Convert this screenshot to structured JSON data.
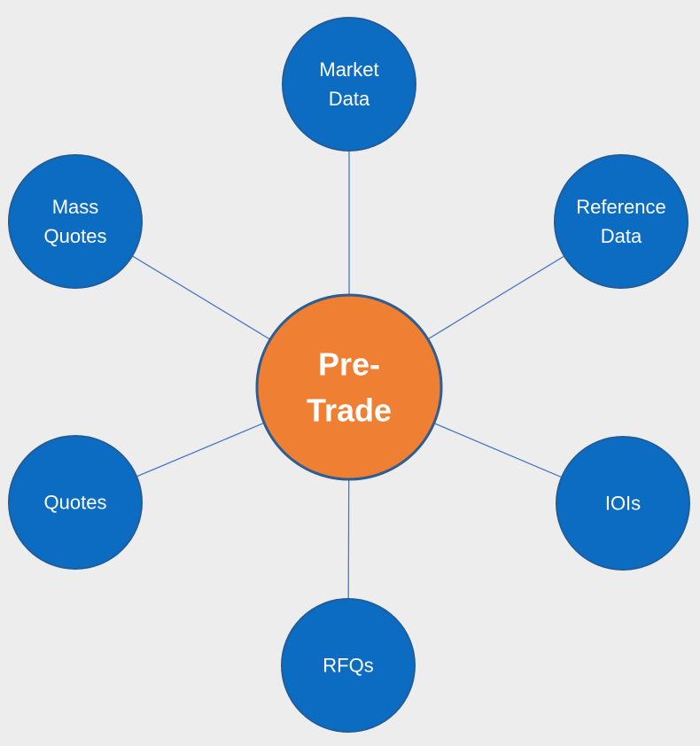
{
  "diagram": {
    "center": {
      "label_lines": [
        "Pre-",
        "Trade"
      ],
      "fill": "#ee7f33",
      "stroke": "#2f5d91"
    },
    "satellite_style": {
      "fill": "#0b6cc1",
      "stroke": "#215d9b"
    },
    "connector_color": "#4a78c2",
    "nodes": [
      {
        "id": "market-data",
        "label_lines": [
          "Market",
          "Data"
        ]
      },
      {
        "id": "reference-data",
        "label_lines": [
          "Reference",
          "Data"
        ]
      },
      {
        "id": "iois",
        "label_lines": [
          "IOIs"
        ]
      },
      {
        "id": "rfqs",
        "label_lines": [
          "RFQs"
        ]
      },
      {
        "id": "quotes",
        "label_lines": [
          "Quotes"
        ]
      },
      {
        "id": "mass-quotes",
        "label_lines": [
          "Mass",
          "Quotes"
        ]
      }
    ]
  }
}
